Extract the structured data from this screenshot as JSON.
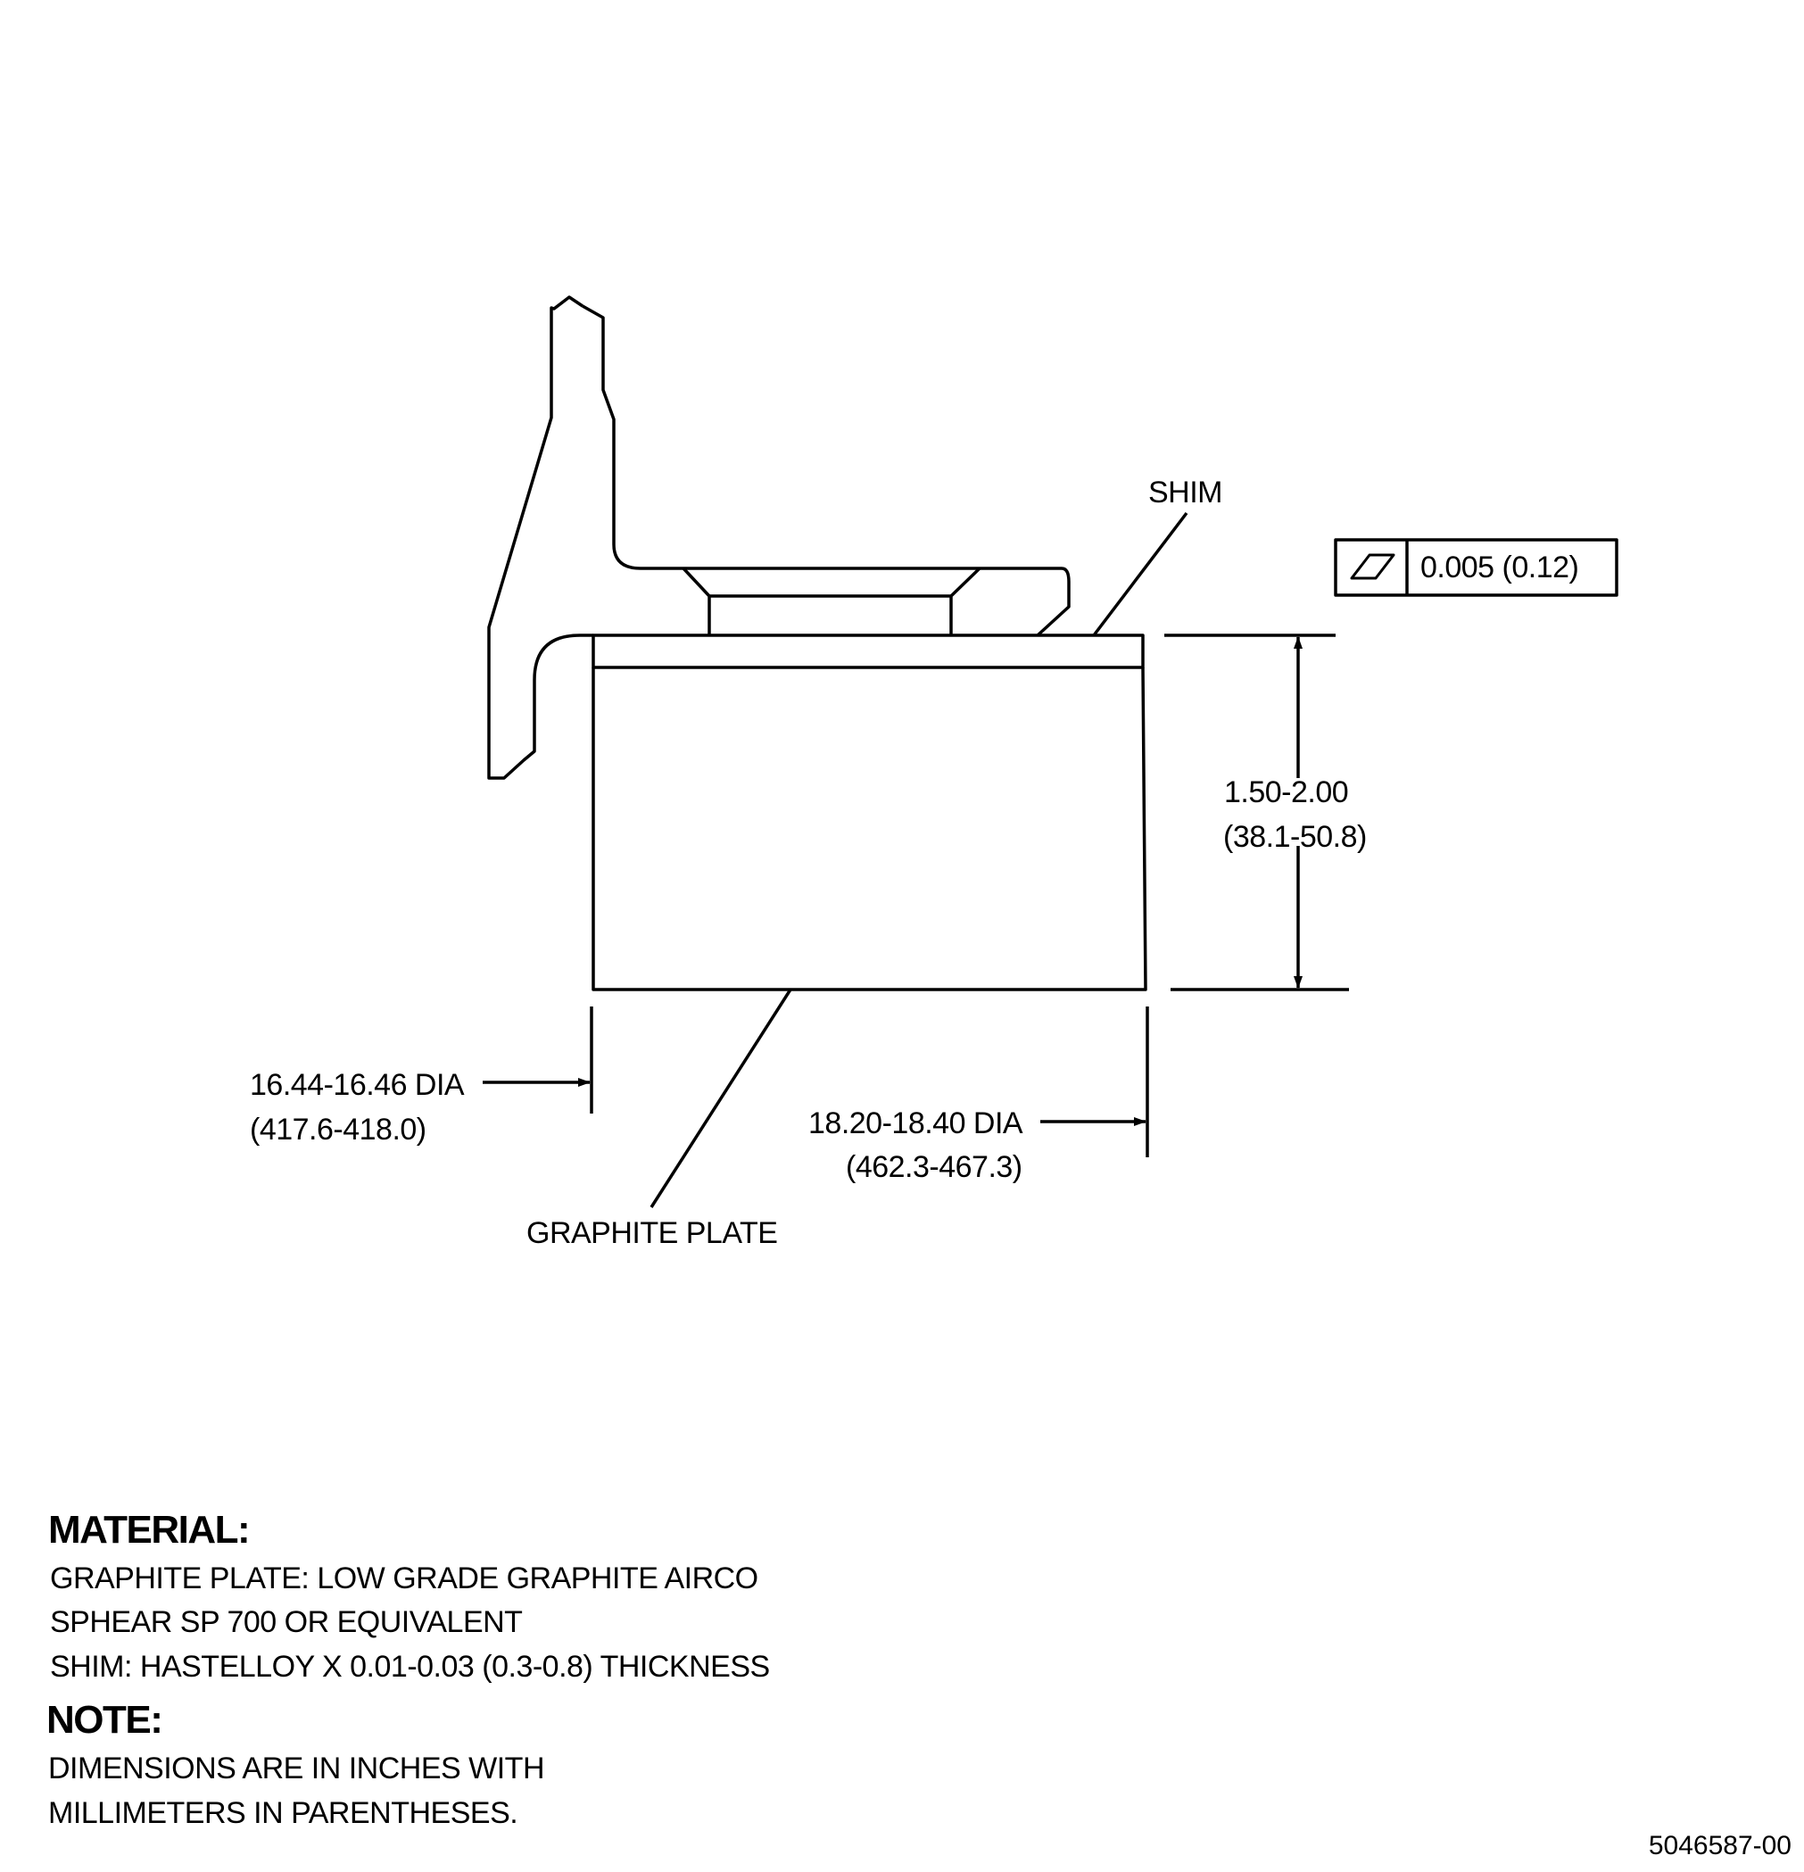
{
  "drawing": {
    "labels": {
      "shim": "SHIM",
      "graphite_plate": "GRAPHITE PLATE",
      "thickness_in": "1.50-2.00",
      "thickness_mm": "(38.1-50.8)",
      "inner_dia_in": "16.44-16.46 DIA",
      "inner_dia_mm": "(417.6-418.0)",
      "outer_dia_in": "18.20-18.40 DIA",
      "outer_dia_mm": "(462.3-467.3)"
    },
    "tolerance_frame": {
      "symbol": "flatness-icon",
      "value": "0.005 (0.12)"
    }
  },
  "notes": {
    "material_heading": "MATERIAL:",
    "material_lines": [
      "GRAPHITE PLATE: LOW GRADE GRAPHITE AIRCO",
      "SPHEAR SP 700 OR EQUIVALENT",
      "SHIM: HASTELLOY X 0.01-0.03 (0.3-0.8) THICKNESS"
    ],
    "note_heading": "NOTE:",
    "note_lines": [
      "DIMENSIONS ARE IN INCHES WITH",
      "MILLIMETERS IN PARENTHESES."
    ]
  },
  "document_number": "5046587-00"
}
